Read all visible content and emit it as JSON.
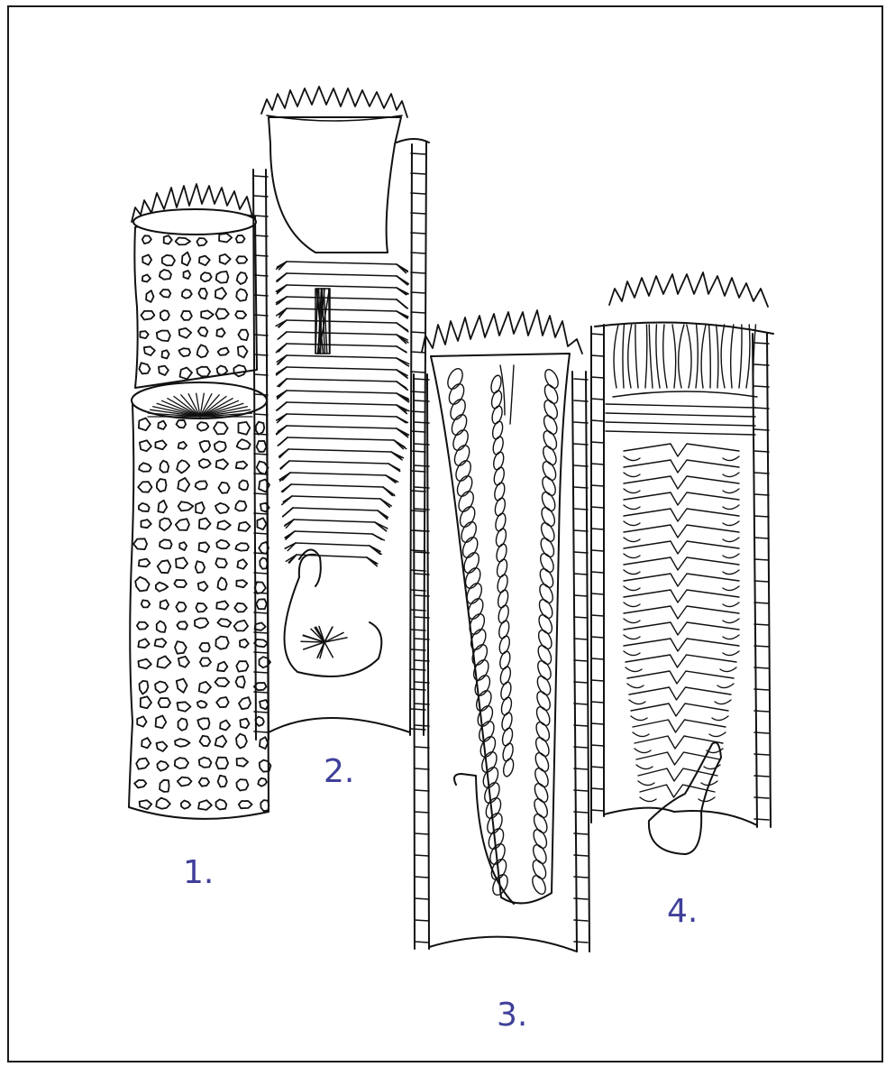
{
  "labels": {
    "tube1": "1.",
    "tube2": "2.",
    "tube3": "3.",
    "tube4": "4."
  },
  "colors": {
    "line": "#111111",
    "label": "#3f3f9a",
    "background": "#ffffff"
  }
}
